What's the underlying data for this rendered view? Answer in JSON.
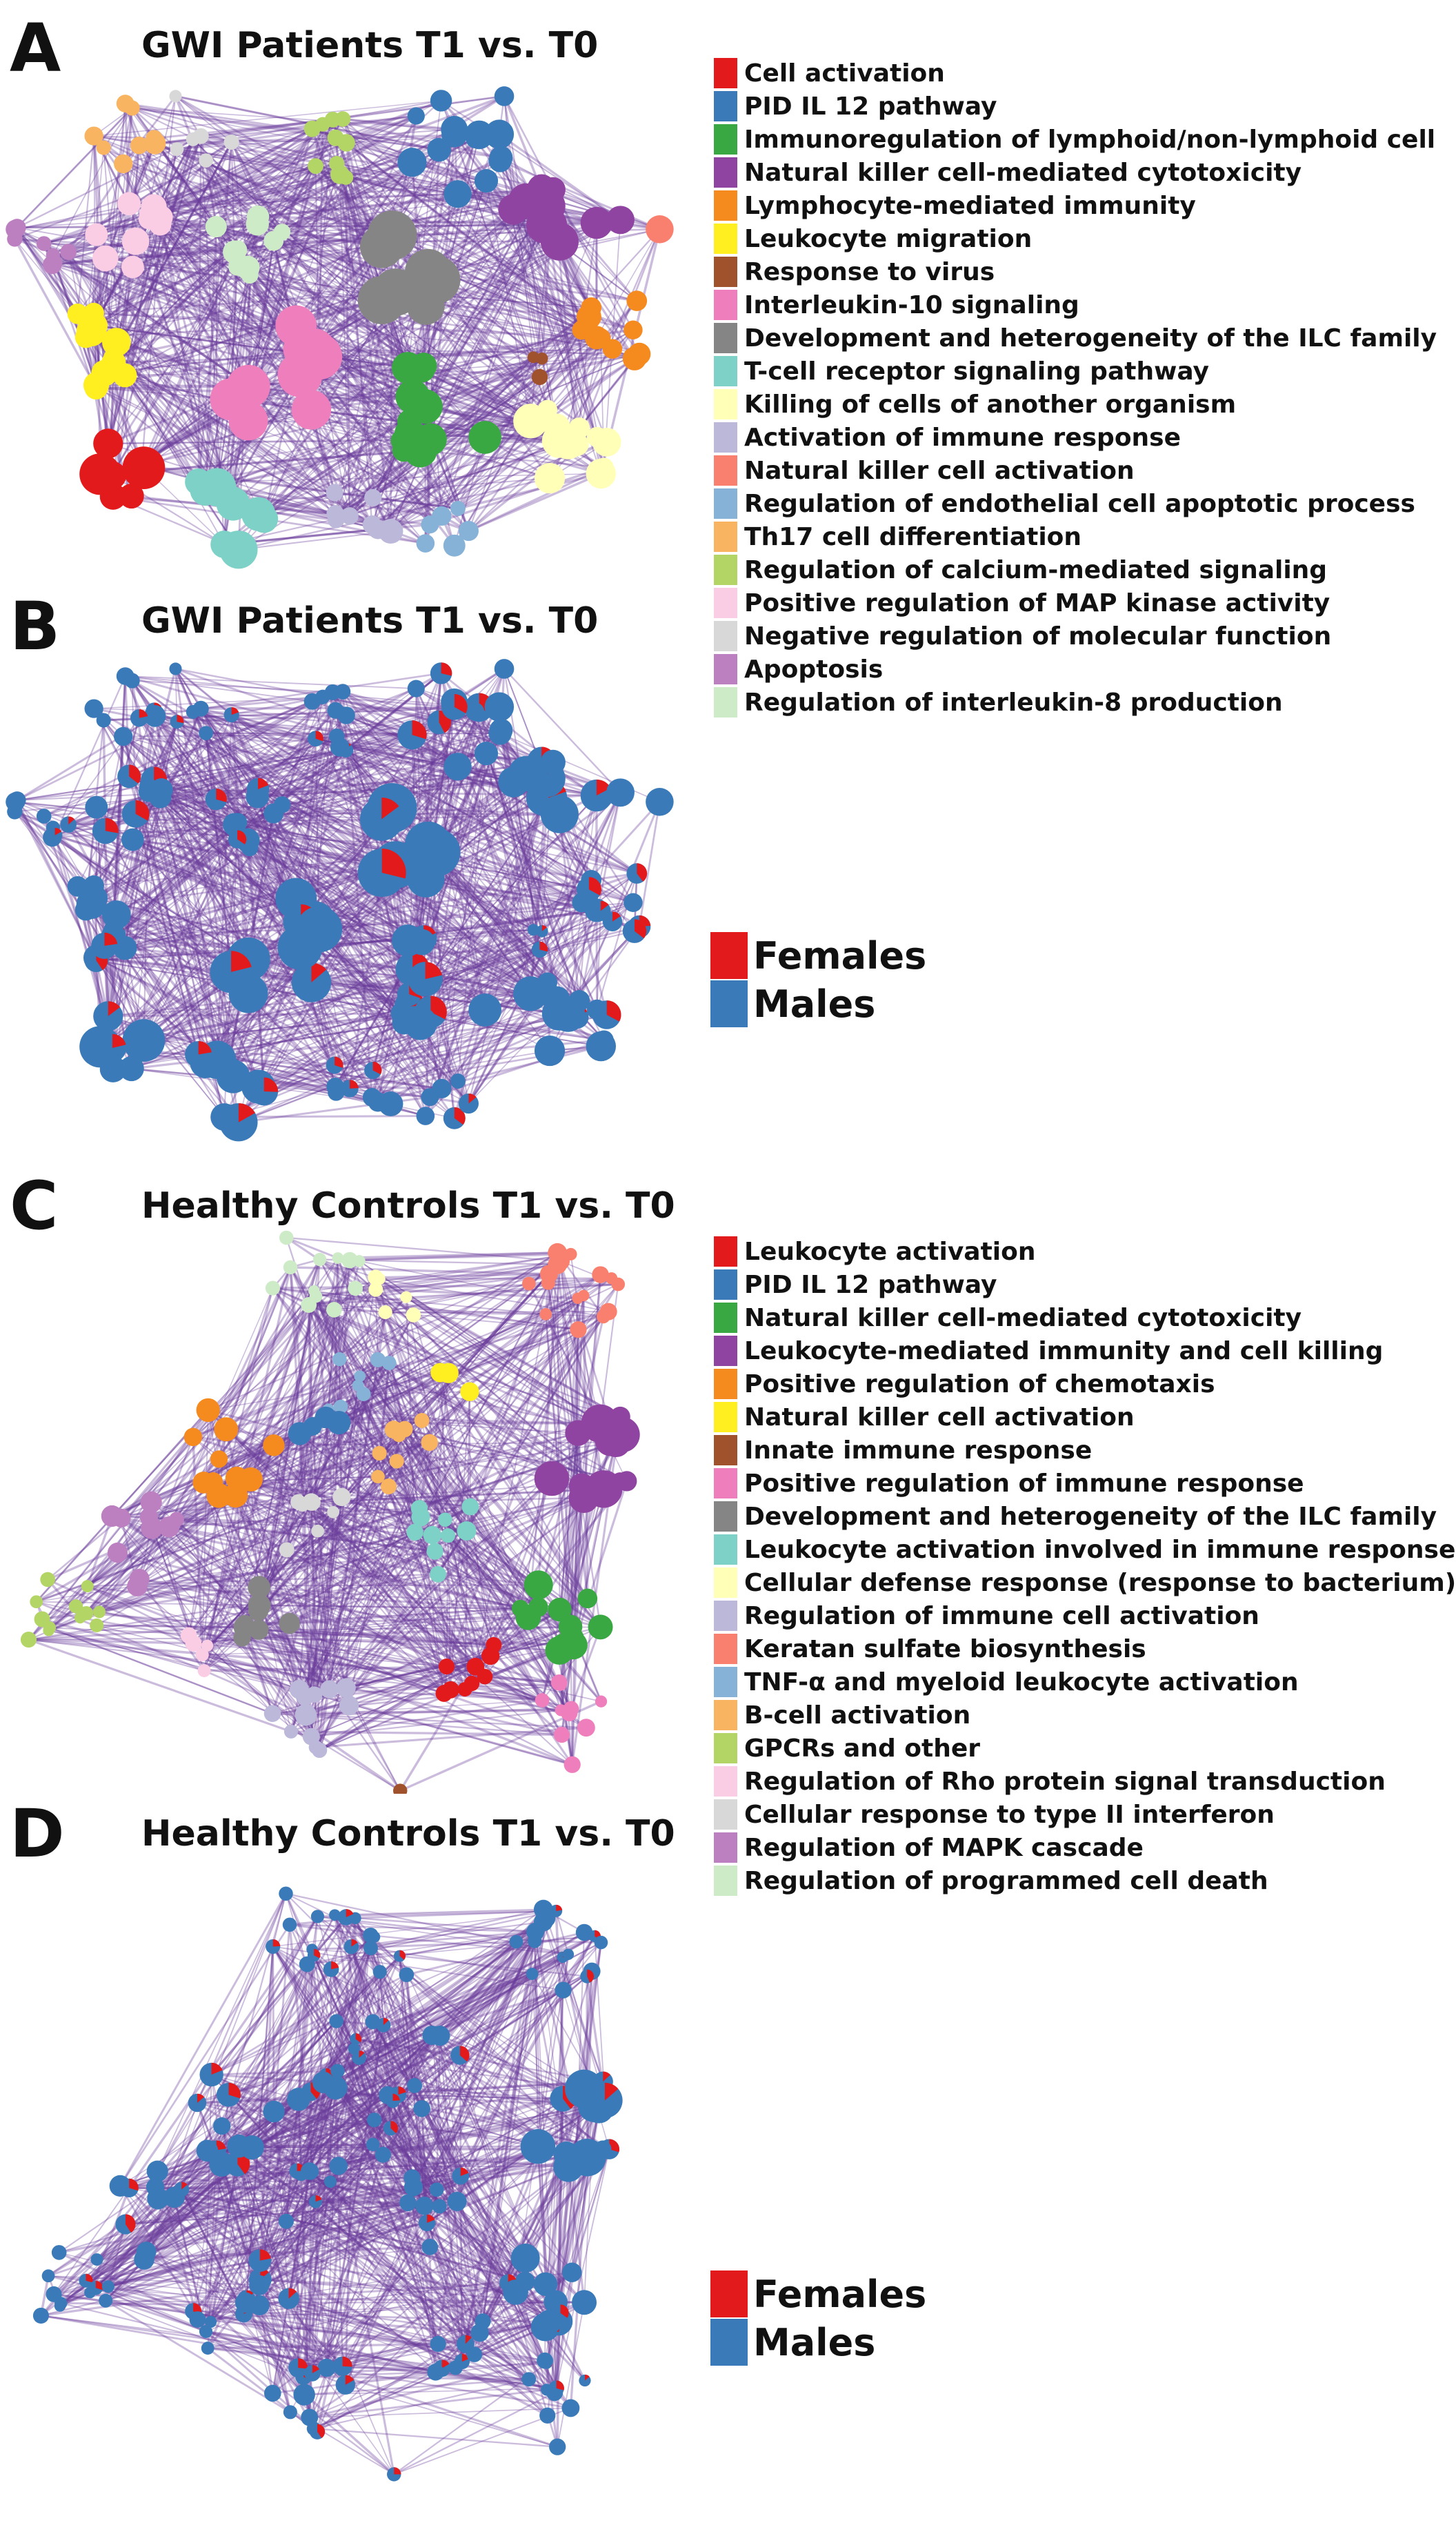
{
  "panels": [
    {
      "letter": "A",
      "title": "GWI Patients T1 vs. T0",
      "legend": [
        {
          "label": "Cell activation",
          "color": "#e31a1c"
        },
        {
          "label": "PID IL 12 pathway",
          "color": "#3a7ab8"
        },
        {
          "label": "Immunoregulation of lymphoid/non-lymphoid cell",
          "color": "#3aa842"
        },
        {
          "label": "Natural killer cell-mediated cytotoxicity",
          "color": "#8e44a0"
        },
        {
          "label": "Lymphocyte-mediated immunity",
          "color": "#f58a1f"
        },
        {
          "label": "Leukocyte migration",
          "color": "#ffee20"
        },
        {
          "label": "Response to virus",
          "color": "#a0522d"
        },
        {
          "label": "Interleukin-10 signaling",
          "color": "#ef7fbc"
        },
        {
          "label": "Development and heterogeneity of the ILC family",
          "color": "#858585"
        },
        {
          "label": "T-cell receptor signaling pathway",
          "color": "#7ed1c6"
        },
        {
          "label": "Killing of cells of another organism",
          "color": "#ffffb8"
        },
        {
          "label": "Activation of immune response",
          "color": "#bcb8da"
        },
        {
          "label": "Natural killer cell activation",
          "color": "#f9806e"
        },
        {
          "label": "Regulation of endothelial cell apoptotic process",
          "color": "#86b2d8"
        },
        {
          "label": "Th17 cell differentiation",
          "color": "#f8b460"
        },
        {
          "label": "Regulation of calcium-mediated signaling",
          "color": "#b3d565"
        },
        {
          "label": "Positive regulation of MAP kinase activity",
          "color": "#fbcde4"
        },
        {
          "label": "Negative regulation of molecular function",
          "color": "#d8d8d8"
        },
        {
          "label": "Apoptosis",
          "color": "#bc7fc0"
        },
        {
          "label": "Regulation of interleukin-8 production",
          "color": "#cdebc6"
        }
      ]
    },
    {
      "letter": "B",
      "title": "GWI Patients T1 vs. T0",
      "sex_legend": [
        {
          "label": "Females",
          "color": "#e31a1c"
        },
        {
          "label": "Males",
          "color": "#3a7ab8"
        }
      ]
    },
    {
      "letter": "C",
      "title": "Healthy Controls T1 vs. T0",
      "legend": [
        {
          "label": "Leukocyte activation",
          "color": "#e31a1c"
        },
        {
          "label": "PID IL 12 pathway",
          "color": "#3a7ab8"
        },
        {
          "label": "Natural killer cell-mediated cytotoxicity",
          "color": "#3aa842"
        },
        {
          "label": "Leukocyte-mediated immunity and cell killing",
          "color": "#8e44a0"
        },
        {
          "label": "Positive regulation of chemotaxis",
          "color": "#f58a1f"
        },
        {
          "label": "Natural killer cell activation",
          "color": "#ffee20"
        },
        {
          "label": "Innate immune response",
          "color": "#a0522d"
        },
        {
          "label": "Positive regulation of immune response",
          "color": "#ef7fbc"
        },
        {
          "label": "Development and heterogeneity of the ILC family",
          "color": "#858585"
        },
        {
          "label": "Leukocyte activation involved in immune response",
          "color": "#7ed1c6"
        },
        {
          "label": "Cellular defense response (response to bacterium)",
          "color": "#ffffb8"
        },
        {
          "label": "Regulation of immune cell activation",
          "color": "#bcb8da"
        },
        {
          "label": "Keratan sulfate biosynthesis",
          "color": "#f9806e"
        },
        {
          "label": "TNF-α and myeloid leukocyte activation",
          "color": "#86b2d8"
        },
        {
          "label": "B-cell activation",
          "color": "#f8b460"
        },
        {
          "label": "GPCRs and other",
          "color": "#b3d565"
        },
        {
          "label": "Regulation of Rho protein signal transduction",
          "color": "#fbcde4"
        },
        {
          "label": "Cellular response to type II interferon",
          "color": "#d8d8d8"
        },
        {
          "label": "Regulation of MAPK cascade",
          "color": "#bc7fc0"
        },
        {
          "label": "Regulation of programmed cell death",
          "color": "#cdebc6"
        }
      ]
    },
    {
      "letter": "D",
      "title": "Healthy Controls T1 vs. T0",
      "sex_legend": [
        {
          "label": "Females",
          "color": "#e31a1c"
        },
        {
          "label": "Males",
          "color": "#3a7ab8"
        }
      ]
    }
  ],
  "edge_color": "#6a3d9a"
}
